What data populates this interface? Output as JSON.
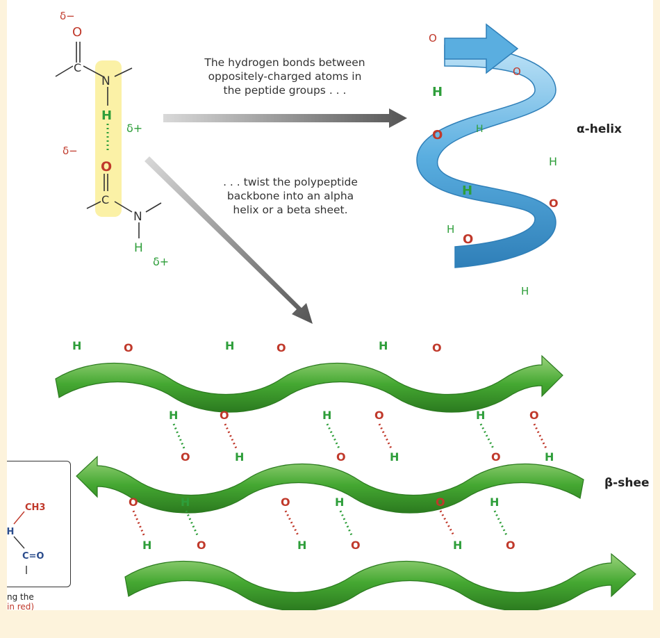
{
  "captions": {
    "hbonds": [
      "The hydrogen bonds between",
      "oppositely-charged atoms in",
      "the peptide groups . . ."
    ],
    "twist": [
      ". . . twist the polypeptide",
      "backbone into an alpha",
      "helix or a beta sheet."
    ]
  },
  "labels": {
    "alpha_helix": "α-helix",
    "beta_sheet": "β-shee"
  },
  "peptide": {
    "delta_minus": "δ−",
    "delta_plus": "δ+",
    "oxygen": "O",
    "nitrogen": "N",
    "carbon": "C",
    "hydrogen": "H"
  },
  "side_box": {
    "ch3": "CH3",
    "ch": "CH",
    "co": "C=O"
  },
  "side_caption": [
    "ng the",
    "in red)"
  ],
  "colors": {
    "oxygen": "#c0392b",
    "hydrogen": "#2e9e3a",
    "highlight": "#fbf1a6",
    "helix": "#5aaee0",
    "sheet": "#3f9e2e",
    "arrow": "#555555",
    "background": "#fdf3dc"
  }
}
